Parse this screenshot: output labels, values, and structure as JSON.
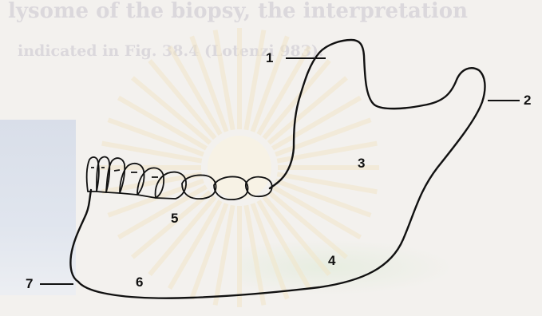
{
  "background_text": {
    "line1": "lysome of the biopsy, the interpretation",
    "line2": "indicated in Fig. 38.4 (Lotenzi 983)."
  },
  "labels": {
    "l1": "1",
    "l2": "2",
    "l3": "3",
    "l4": "4",
    "l5": "5",
    "l6": "6",
    "l7": "7"
  },
  "colors": {
    "outline": "#111111",
    "page": "#f3f1ee"
  }
}
